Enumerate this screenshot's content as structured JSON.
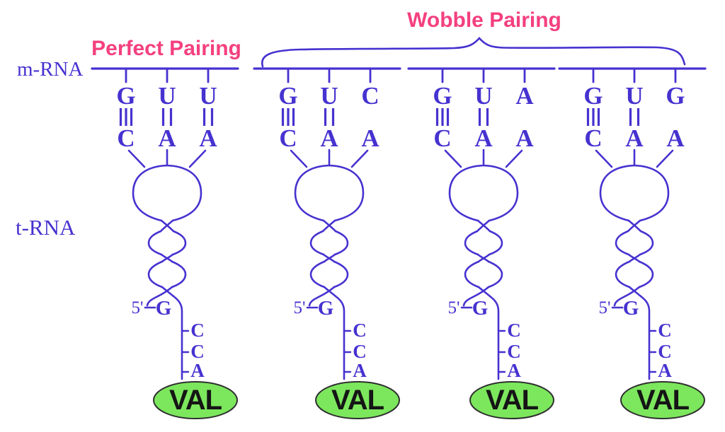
{
  "titles": {
    "perfect": "Perfect Pairing",
    "wobble": "Wobble Pairing"
  },
  "side_labels": {
    "mrna": "m-RNA",
    "trna": "t-RNA"
  },
  "colors": {
    "ink": "#4632d0",
    "title_pink": "#f4407f",
    "oval_fill": "#7ce75d",
    "oval_stroke": "#2f2f2f",
    "amino_acid_text": "#151515",
    "background": "#ffffff"
  },
  "structures": [
    {
      "name": "perfect-pairing-trna",
      "codon": [
        "G",
        "U",
        "U"
      ],
      "anticodon": [
        "C",
        "A",
        "A"
      ],
      "bond_counts": [
        3,
        2,
        2
      ],
      "five_prime_label": "5'",
      "five_prime_base": "G",
      "acceptor_tail": [
        "C",
        "C",
        "A"
      ],
      "amino_acid": "VAL"
    },
    {
      "name": "wobble-pairing-trna-1",
      "codon": [
        "G",
        "U",
        "C"
      ],
      "anticodon": [
        "C",
        "A",
        "A"
      ],
      "bond_counts": [
        3,
        2,
        0
      ],
      "five_prime_label": "5'",
      "five_prime_base": "G",
      "acceptor_tail": [
        "C",
        "C",
        "A"
      ],
      "amino_acid": "VAL"
    },
    {
      "name": "wobble-pairing-trna-2",
      "codon": [
        "G",
        "U",
        "A"
      ],
      "anticodon": [
        "C",
        "A",
        "A"
      ],
      "bond_counts": [
        3,
        2,
        0
      ],
      "five_prime_label": "5'",
      "five_prime_base": "G",
      "acceptor_tail": [
        "C",
        "C",
        "A"
      ],
      "amino_acid": "VAL"
    },
    {
      "name": "wobble-pairing-trna-3",
      "codon": [
        "G",
        "U",
        "G"
      ],
      "anticodon": [
        "C",
        "A",
        "A"
      ],
      "bond_counts": [
        3,
        2,
        0
      ],
      "five_prime_label": "5'",
      "five_prime_base": "G",
      "acceptor_tail": [
        "C",
        "C",
        "A"
      ],
      "amino_acid": "VAL"
    }
  ]
}
